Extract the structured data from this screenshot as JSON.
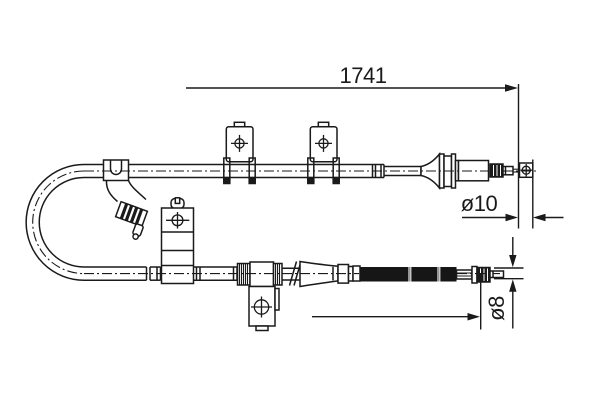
{
  "page": {
    "background": "#ffffff"
  },
  "drawing": {
    "line_color": "#1a1a1a",
    "labels": {
      "total_length": "1741",
      "upper_tip_diameter": "ø10",
      "lower_tip_diameter": "ø8"
    },
    "symbols": {
      "position_marker": "crosshair-circle",
      "position_marker_count": 5
    }
  }
}
